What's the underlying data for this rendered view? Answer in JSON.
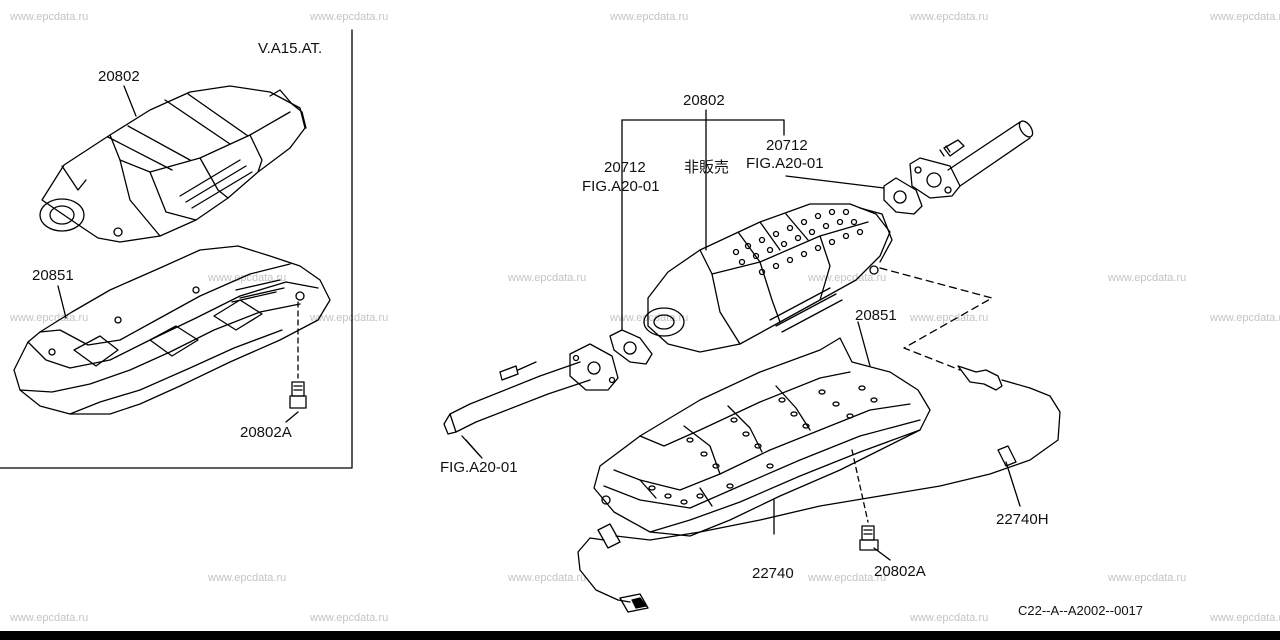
{
  "watermark": "www.epcdata.ru",
  "variant_label": "V.A15.AT.",
  "labels": {
    "left_converter": "20802",
    "left_heat_shield": "20851",
    "left_bolt": "20802A",
    "main_converter": "20802",
    "gasket_left_no": "20712",
    "gasket_left_fig": "FIG.A20-01",
    "not_for_sale": "非販売",
    "gasket_right_no": "20712",
    "gasket_right_fig": "FIG.A20-01",
    "heat_shield": "20851",
    "front_pipe_fig": "FIG.A20-01",
    "sensor_bracket": "22740H",
    "sensor": "22740",
    "bolt": "20802A"
  },
  "diagram_code": "C22--A--A2002--0017"
}
